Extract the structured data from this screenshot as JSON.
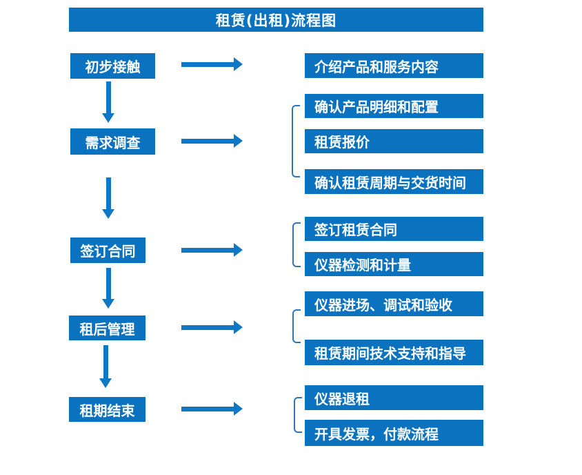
{
  "title": "租赁(出租)流程图",
  "colors": {
    "box_blue": "#0b72c0",
    "arrow_blue": "#0e77c6",
    "bracket_blue": "#2e75b6",
    "text_white": "#ffffff",
    "background": "#ffffff"
  },
  "steps": [
    {
      "label": "初步接触",
      "details": [
        "介绍产品和服务内容"
      ]
    },
    {
      "label": "需求调查",
      "details": [
        "确认产品明细和配置",
        "租赁报价",
        "确认租赁周期与交货时间"
      ]
    },
    {
      "label": "签订合同",
      "details": [
        "签订租赁合同",
        "仪器检测和计量"
      ]
    },
    {
      "label": "租后管理",
      "details": [
        "仪器进场、调试和验收",
        "租赁期间技术支持和指导"
      ]
    },
    {
      "label": "租期结束",
      "details": [
        "仪器退租",
        "开具发票，付款流程"
      ]
    }
  ]
}
